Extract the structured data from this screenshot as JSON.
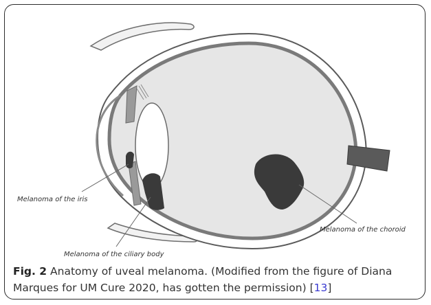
{
  "figure": {
    "labels": {
      "iris": "Melanoma of the iris",
      "ciliary_body": "Melanoma of the ciliary body",
      "choroid": "Melanoma of the choroid"
    },
    "caption": {
      "label": "Fig. 2",
      "text_before_ref": "Anatomy of uveal melanoma. (Modified from the figure of Diana Marques for UM Cure 2020, has gotten the permission) [",
      "ref": "13",
      "text_after_ref": "]"
    }
  },
  "colors": {
    "eye_fill": "#e6e6e6",
    "wall_stroke": "#7a7a7a",
    "tumor": "#3a3a3a",
    "lens": "#ffffff",
    "reference_link": "#3a3ad0"
  }
}
